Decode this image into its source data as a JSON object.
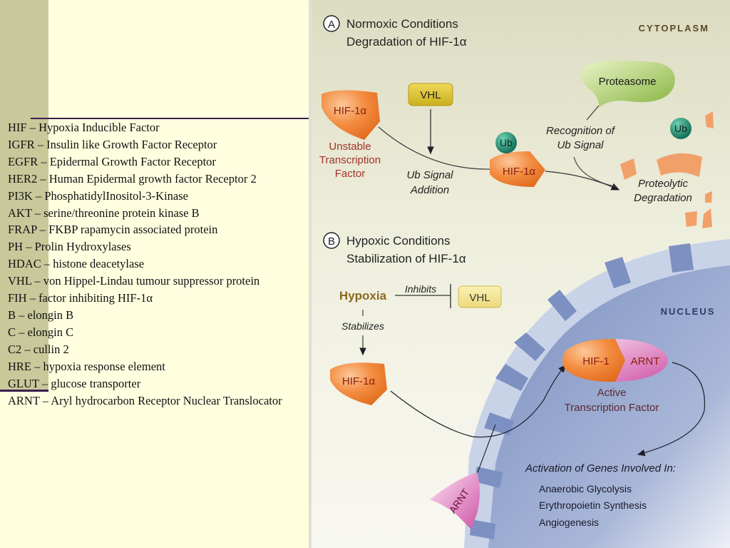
{
  "glossary": [
    {
      "abbr": "HIF",
      "definition": "Hypoxia Inducible Factor"
    },
    {
      "abbr": "IGFR",
      "definition": "Insulin like Growth Factor Receptor"
    },
    {
      "abbr": "EGFR",
      "definition": "Epidermal Growth Factor Receptor"
    },
    {
      "abbr": "HER2",
      "definition": "Human Epidermal growth factor Receptor 2"
    },
    {
      "abbr": "PI3K",
      "definition": "PhosphatidylInositol-3-Kinase"
    },
    {
      "abbr": "AKT",
      "definition": "serine/threonine protein kinase B"
    },
    {
      "abbr": "FRAP",
      "definition": "FKBP rapamycin associated protein"
    },
    {
      "abbr": "PH",
      "definition": "Prolin Hydroxylases"
    },
    {
      "abbr": "HDAC",
      "definition": "histone deacetylase"
    },
    {
      "abbr": "VHL",
      "definition": "von Hippel-Lindau tumour suppressor protein"
    },
    {
      "abbr": "FIH",
      "definition": "factor inhibiting HIF-1α"
    },
    {
      "abbr": "B",
      "definition": "elongin B"
    },
    {
      "abbr": "C",
      "definition": "elongin C"
    },
    {
      "abbr": "C2",
      "definition": "cullin 2"
    },
    {
      "abbr": "HRE",
      "definition": "hypoxia response element"
    },
    {
      "abbr": "GLUT",
      "definition": "glucose transporter"
    },
    {
      "abbr": "ARNT",
      "definition": "Aryl hydrocarbon Receptor Nuclear Translocator"
    }
  ],
  "separator": "–",
  "panel_a": {
    "letter": "A",
    "title": "Normoxic Conditions",
    "subtitle": "Degradation of HIF-1α",
    "region_label": "CYTOPLASM",
    "hif_label": "HIF-1α",
    "vhl_label": "VHL",
    "proteasome_label": "Proteasome",
    "ub_label": "Ub",
    "unstable_label": [
      "Unstable",
      "Transcription",
      "Factor"
    ],
    "ub_signal_label": [
      "Ub Signal",
      "Addition"
    ],
    "recognition_label": [
      "Recognition of",
      "Ub Signal"
    ],
    "degradation_label": [
      "Proteolytic",
      "Degradation"
    ]
  },
  "panel_b": {
    "letter": "B",
    "title": "Hypoxic Conditions",
    "subtitle": "Stabilization of HIF-1α",
    "hypoxia_label": "Hypoxia",
    "inhibits_label": "Inhibits",
    "vhl_label": "VHL",
    "stabilizes_label": "Stabilizes",
    "hif_label": "HIF-1α",
    "region_label": "NUCLEUS",
    "complex_hif_label": "HIF-1",
    "complex_arnt_label": "ARNT",
    "active_label": [
      "Active",
      "Transcription Factor"
    ],
    "arnt_label": "ARNT",
    "activation_title": "Activation of Genes Involved In:",
    "genes": [
      "Anaerobic Glycolysis",
      "Erythropoietin Synthesis",
      "Angiogenesis"
    ]
  },
  "colors": {
    "background": "#ffffe0",
    "band": "#c8c89a",
    "rule": "#3b1e4f",
    "hif_orange": "#f08a3c",
    "vhl_yellow": "#e2c93a",
    "proteasome_green": "#9cc150",
    "ub_teal": "#1f8a6e",
    "arnt_pink": "#d65fb0",
    "nucleus_blue": "#7e93c4",
    "label_red": "#a3342a",
    "hypoxia_brown": "#8a6a1e"
  }
}
